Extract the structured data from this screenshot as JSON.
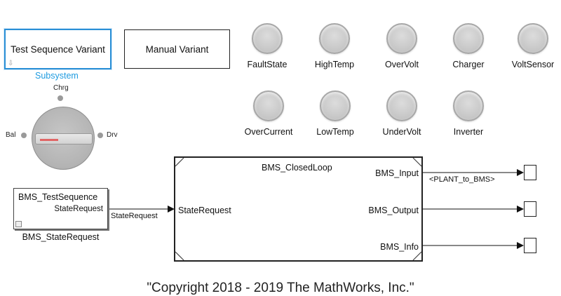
{
  "variants": {
    "test_sequence_label": "Test Sequence Variant",
    "manual_label": "Manual Variant",
    "subsystem_label": "Subsystem"
  },
  "lamps": [
    {
      "label": "FaultState"
    },
    {
      "label": "HighTemp"
    },
    {
      "label": "OverVolt"
    },
    {
      "label": "Charger"
    },
    {
      "label": "VoltSensor"
    },
    {
      "label": "OverCurrent"
    },
    {
      "label": "LowTemp"
    },
    {
      "label": "UnderVolt"
    },
    {
      "label": "Inverter"
    }
  ],
  "rotary_switch": {
    "positions": [
      "Chrg",
      "Bal",
      "Drv"
    ],
    "selected": "Bal",
    "pointer_color": "#e06666"
  },
  "test_sequence_block": {
    "title": "BMS_TestSequence",
    "output_port": "StateRequest",
    "caption": "BMS_StateRequest"
  },
  "signal_state_request": "StateRequest",
  "closed_loop_block": {
    "title": "BMS_ClosedLoop",
    "input_port": "StateRequest",
    "output_ports": [
      "BMS_Input",
      "BMS_Output",
      "BMS_Info"
    ]
  },
  "signal_plant_to_bms": "<PLANT_to_BMS>",
  "copyright": "\"Copyright 2018 - 2019 The MathWorks, Inc.\"",
  "colors": {
    "selection_blue": "#2a8fd6",
    "subsystem_label": "#1e9be0",
    "lamp_gray": "#c9c9c9"
  }
}
